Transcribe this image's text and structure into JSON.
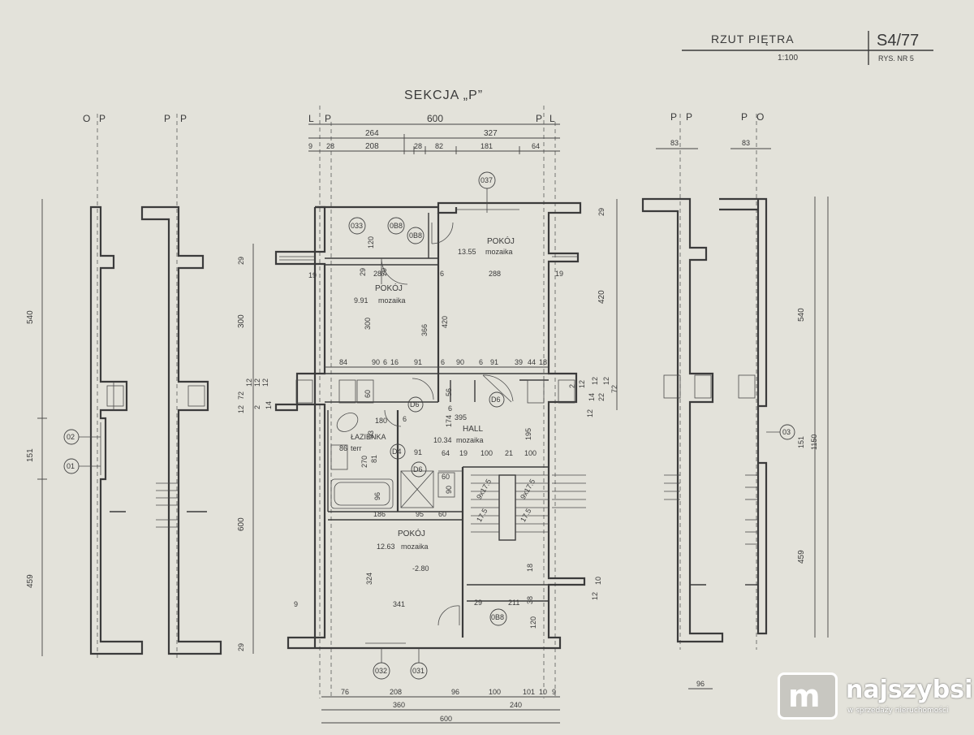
{
  "title_block": {
    "title": "RZUT PIĘTRA",
    "scale": "1:100",
    "code": "S4/77",
    "sheet": "RYS. NR 5"
  },
  "section_title": "SEKCJA „P”",
  "axes": {
    "wall1": [
      "O",
      "P"
    ],
    "wall2": [
      "P",
      "P"
    ],
    "main_left": [
      "L",
      "P"
    ],
    "main_right": [
      "P",
      "L"
    ],
    "wall3": [
      "P",
      "P"
    ],
    "wall4": [
      "P",
      "O"
    ]
  },
  "rooms": [
    {
      "name": "POKÓJ",
      "area": "13.55",
      "finish": "mozaika"
    },
    {
      "name": "POKÓJ",
      "area": "9.91",
      "finish": "mozaika"
    },
    {
      "name": "HALL",
      "area": "10.34",
      "finish": "mozaika"
    },
    {
      "name": "ŁAZIENKA",
      "area": "",
      "finish": ""
    },
    {
      "name": "POKÓJ",
      "area": "12.63",
      "finish": "mozaika"
    }
  ],
  "level_mark": "-2.80",
  "tags": [
    "037",
    "033",
    "0B8",
    "0B8",
    "D6",
    "D6",
    "D4",
    "D6",
    "0B8",
    "02",
    "01",
    "032",
    "031",
    "03"
  ],
  "dims_top": [
    "600",
    "264",
    "327",
    "9",
    "28",
    "208",
    "28",
    "82",
    "181",
    "64"
  ],
  "dims_side_top": [
    "83",
    "83"
  ],
  "dims_bottom": [
    "76",
    "208",
    "96",
    "100",
    "101",
    "10",
    "9",
    "360",
    "240",
    "600",
    "96"
  ],
  "dims_left": [
    "540",
    "151",
    "459",
    "29",
    "300",
    "72",
    "12",
    "12",
    "12",
    "12",
    "2",
    "14",
    "600",
    "29"
  ],
  "dims_right_main": [
    "29",
    "420",
    "12",
    "12",
    "22",
    "14",
    "72",
    "12",
    "2",
    "12",
    "10"
  ],
  "dims_right_outer": [
    "540",
    "151",
    "1150",
    "459"
  ],
  "dims_interior": [
    "19",
    "287",
    "6",
    "288",
    "19",
    "29",
    "120",
    "29",
    "300",
    "366",
    "420",
    "84",
    "90",
    "6",
    "16",
    "91",
    "6",
    "90",
    "6",
    "91",
    "39",
    "44",
    "18",
    "60",
    "56",
    "180",
    "6",
    "174",
    "6",
    "395",
    "195",
    "93",
    "86",
    "terr",
    "270",
    "81",
    "91",
    "64",
    "19",
    "100",
    "21",
    "100",
    "96",
    "90",
    "60",
    "186",
    "95",
    "60",
    "324",
    "341",
    "29",
    "211",
    "120",
    "9",
    "12",
    "18",
    "38",
    "9x17.5",
    "9x17.5",
    "17.5",
    "17.5"
  ],
  "watermark": {
    "brand": "najszybsi",
    "tagline": "w sprzedaży nieruchomości"
  }
}
